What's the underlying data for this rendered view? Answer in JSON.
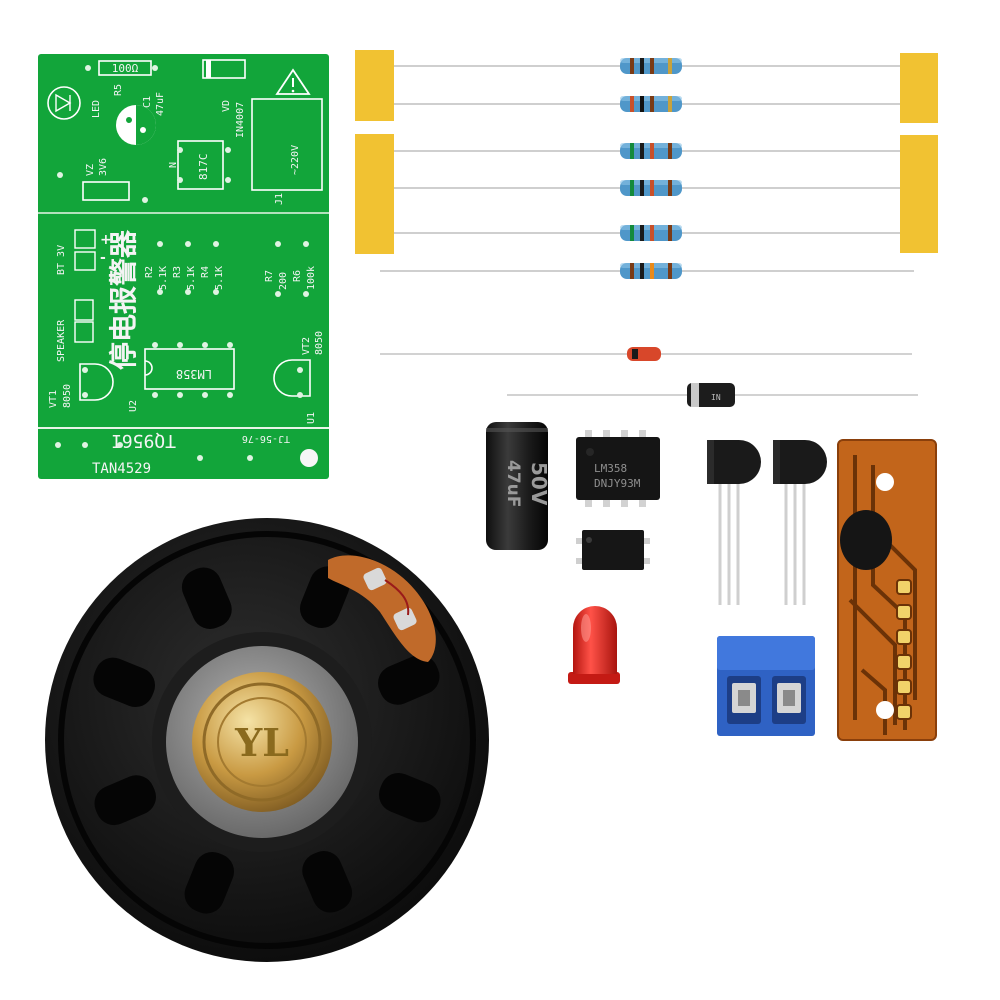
{
  "pcb": {
    "resistor_r5_value": "100Ω",
    "r5_label": "R5",
    "led_label": "LED",
    "c1_label": "C1",
    "c1_value": "47uF",
    "vd_label": "VD",
    "vd_value": "IN4007",
    "j1_label": "J1",
    "voltage_label": "~220V",
    "n_label": "N",
    "optocoupler_label": "817C",
    "vz_label": "VZ",
    "vz_value": "3V6",
    "bt_label": "BT 3V",
    "plus_label": "+",
    "minus_label": "-",
    "title_cn": "停电报警器",
    "r2_label": "R2",
    "r2_value": "5.1K",
    "r3_label": "R3",
    "r3_value": "5.1K",
    "r4_label": "R4",
    "r4_value": "5.1K",
    "r7_label": "R7",
    "r7_value": "200",
    "r6_label": "R6",
    "r6_value": "100k",
    "speaker_label": "SPEAKER",
    "u2_label": "U2",
    "ic_label": "LM358",
    "vt2_label": "VT2",
    "vt2_value": "8050",
    "vt1_label": "VT1",
    "vt1_value": "8050",
    "u1_label": "U1",
    "code_mirrored": "TQ956I",
    "code_small": "TJ-56-76",
    "board_code": "TAN4529"
  },
  "components": {
    "capacitor_text_1": "47uF",
    "capacitor_text_2": "50V",
    "ic_marking_1": "LM358",
    "ic_marking_2": "DNJY93M",
    "speaker_logo": "YL"
  },
  "colors": {
    "pcb_green": "#12a53a",
    "tape_yellow": "#f1c232",
    "resistor_blue": "#4f97c9",
    "terminal_blue": "#2f62c4",
    "flex_pcb": "#c2651b",
    "led_red": "#e8241f"
  }
}
